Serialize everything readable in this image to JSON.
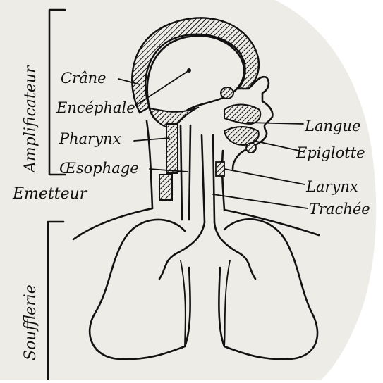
{
  "colors": {
    "paper": "#edece6",
    "background": "#ffffff",
    "ink": "#111111"
  },
  "labels": {
    "crane": "Crâne",
    "encephale": "Encéphale",
    "pharynx": "Pharynx",
    "oesophage": "Œsophage",
    "langue": "Langue",
    "epiglotte": "Epiglotte",
    "larynx": "Larynx",
    "trachee": "Trachée"
  },
  "groups": {
    "amplificateur": "Amplificateur",
    "emetteur": "Emetteur",
    "soufflerie": "Soufflerie"
  }
}
